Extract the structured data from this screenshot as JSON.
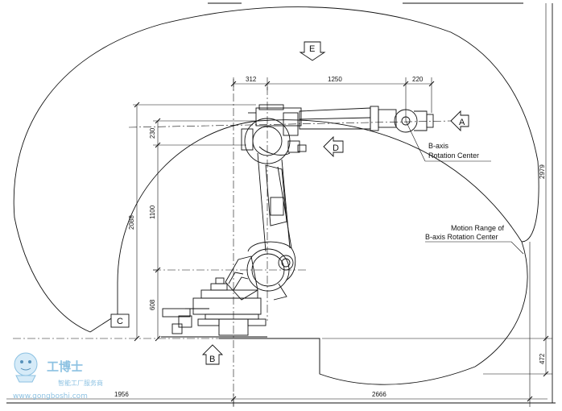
{
  "dimensions": {
    "top_left": "312",
    "top_mid": "1250",
    "top_right": "220",
    "v_230": "230",
    "v_1100": "1100",
    "v_2088": "2088",
    "v_608": "608",
    "v_2979": "2979",
    "v_472": "472",
    "bottom_left": "1956",
    "bottom_right": "2666"
  },
  "view_labels": {
    "a": "A",
    "b": "B",
    "c": "C",
    "d": "D",
    "e": "E"
  },
  "annotations": {
    "b_axis_line1": "B-axis",
    "b_axis_line2": "Rotation Center",
    "motion_line1": "Motion Range of",
    "motion_line2": "B-axis Rotation Center"
  },
  "watermark": {
    "brand": "工博士",
    "sub": "智能工厂服务商",
    "url": "www.gongboshi.com"
  }
}
